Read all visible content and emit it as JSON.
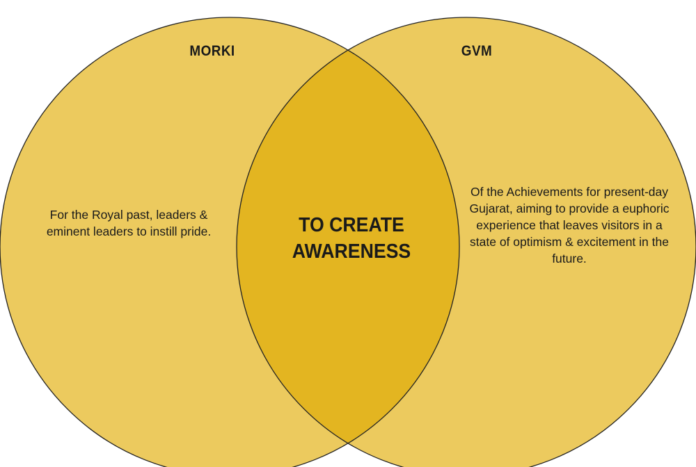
{
  "diagram": {
    "type": "venn",
    "colors": {
      "circle_fill": "#ecca5e",
      "overlap_fill": "#e3b521",
      "outline": "#222222",
      "text": "#1a1a1a"
    },
    "sets": [
      {
        "title": "MORKI",
        "description": "For the Royal past, leaders & eminent leaders to instill pride."
      },
      {
        "title": "GVM",
        "description": "Of the Achievements for present-day Gujarat, aiming to provide a euphoric experience that leaves visitors in a state of optimism & excitement in the future."
      }
    ],
    "overlap": {
      "text": "TO CREATE AWARENESS"
    }
  }
}
